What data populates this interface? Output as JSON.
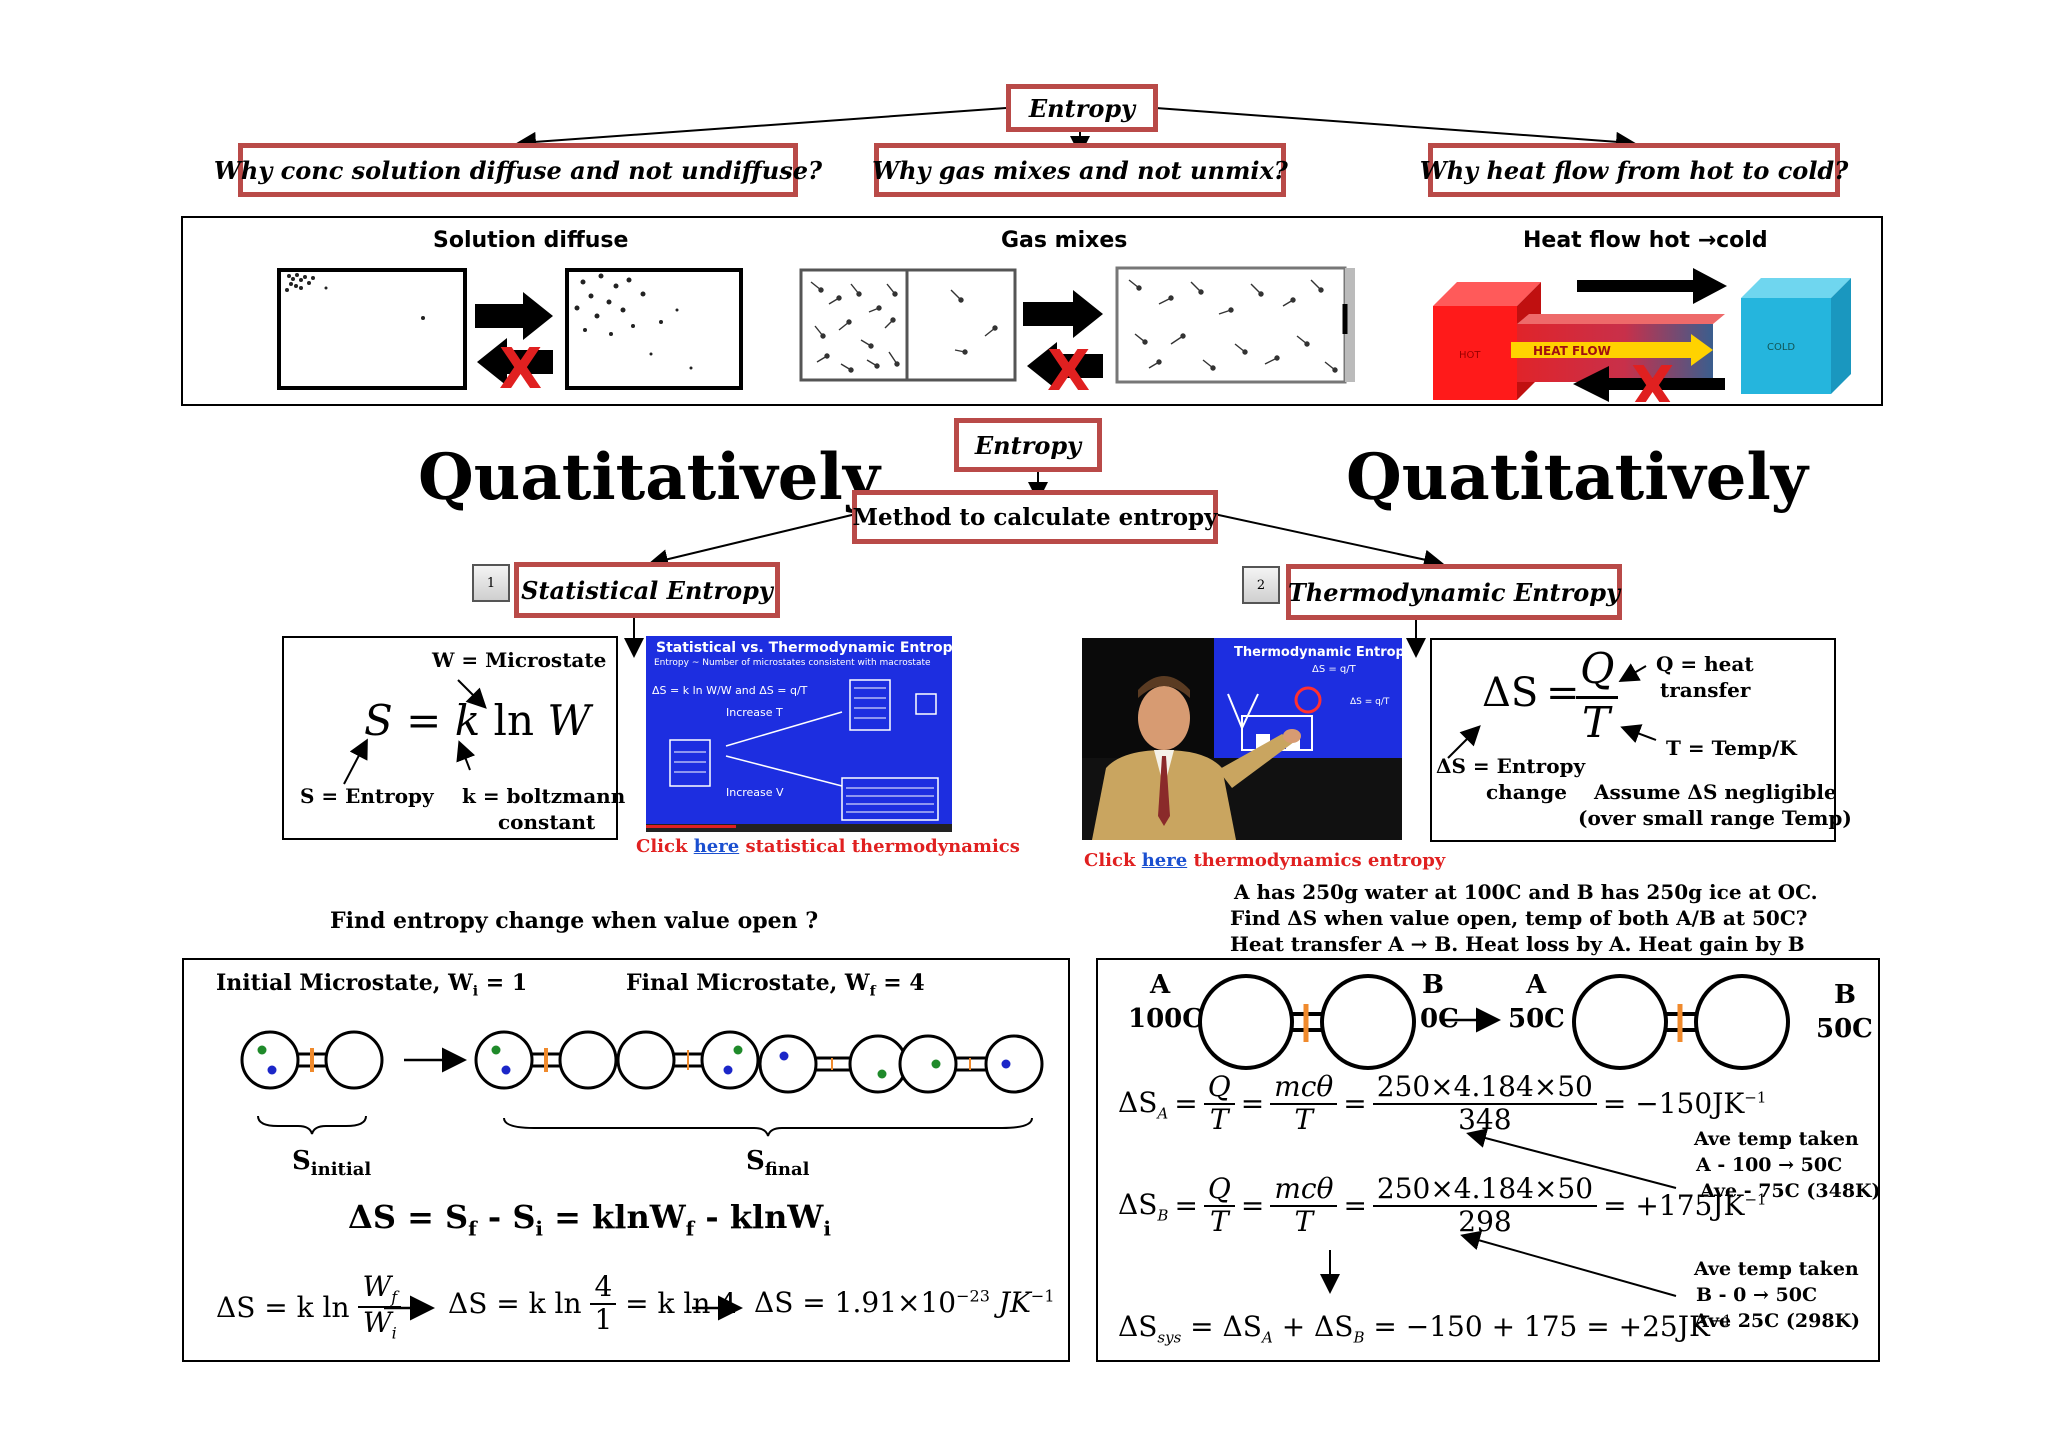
{
  "top": {
    "entropy": "Entropy",
    "q1": "Why conc solution diffuse and not undiffuse?",
    "q2": "Why  gas mixes and not unmix?",
    "q3": "Why  heat flow from hot to cold?"
  },
  "illus": {
    "solution_title": "Solution diffuse",
    "gas_title": "Gas mixes",
    "heat_title": "Heat flow hot →cold",
    "hot_label": "HOT",
    "heat_flow_label": "HEAT FLOW",
    "cold_label": "COLD"
  },
  "middle": {
    "quant_left": "Quatitatively",
    "quant_right": "Quatitatively",
    "entropy": "Entropy",
    "method": "Method to calculate entropy",
    "stat_num": "1",
    "stat_title": "Statistical Entropy",
    "thermo_num": "2",
    "thermo_title": "Thermodynamic Entropy"
  },
  "boltzmann": {
    "w_label": "W = Microstate",
    "formula_s": "S",
    "formula_eq": "=",
    "formula_k": "k",
    "formula_ln": "ln",
    "formula_w": "W",
    "s_label": "S = Entropy",
    "k_label": "k = boltzmann",
    "k_label2": "constant"
  },
  "stat_video": {
    "title": "Statistical vs. Thermodynamic Entropy",
    "subtitle": "Entropy ~ Number of microstates consistent with macrostate",
    "increase_t": "Increase T",
    "increase_v": "Increase V",
    "click_pre": "Click ",
    "click_here": "here",
    "click_post": "  statistical thermodynamics"
  },
  "thermo_video": {
    "title": "Thermodynamic Entropy",
    "click_pre": "Click ",
    "click_here": "here",
    "click_post": " thermodynamics entropy"
  },
  "clausius": {
    "ds": "ΔS",
    "eq": "=",
    "q": "Q",
    "t": "T",
    "q_label": "Q = heat",
    "q_label2": "transfer",
    "t_label": "T = Temp/K",
    "ds_label": "ΔS = Entropy",
    "ds_label2": "change",
    "assume1": "Assume ΔS negligible",
    "assume2": "(over small range Temp)"
  },
  "left_problem": {
    "question": "Find entropy change when value open ?",
    "initial_label": "Initial Microstate, W",
    "initial_sub": "i",
    "initial_val": " = 1",
    "final_label": "Final Microstate, W",
    "final_sub": "f",
    "final_val": " = 4",
    "s_initial": "S",
    "s_initial_sub": "initial",
    "s_final": "S",
    "s_final_sub": "final",
    "ds_eq": "ΔS = S",
    "ds_eq_f": "f",
    "ds_eq_mid": " - S",
    "ds_eq_i": "i",
    "ds_eq_rest": " = klnW",
    "ds_eq_f2": "f",
    "ds_eq_rest2": " - klnW",
    "ds_eq_i2": "i",
    "calc_a": "ΔS = k ln",
    "calc_wf": "W",
    "calc_wf_sub": "f",
    "calc_wi": "W",
    "calc_wi_sub": "i",
    "calc_b": "ΔS = k ln",
    "calc_num": "4",
    "calc_den": "1",
    "calc_c": "= k ln 4",
    "calc_d": "ΔS = 1.91×10",
    "calc_d_exp": "−23",
    "calc_d_unit": " JK",
    "calc_d_unit_exp": "−1"
  },
  "right_problem": {
    "line1": "A has 250g water at 100C and B has 250g ice at OC.",
    "line2": "Find ΔS when value open, temp of both A/B at 50C?",
    "line3": "Heat transfer A → B. Heat loss by A. Heat gain by B",
    "a1": "A",
    "a1_temp": "100C",
    "b1": "B",
    "b1_temp": "0C",
    "a2": "A",
    "a2_temp": "50C",
    "b2": "B",
    "b2_temp": "50C",
    "dsa": "ΔS",
    "dsa_sub": "A",
    "dsb": "ΔS",
    "dsb_sub": "B",
    "q": "Q",
    "t": "T",
    "mct": "mcθ",
    "num": "250×4.184×50",
    "den_a": "348",
    "den_b": "298",
    "res_a": "= −150JK",
    "res_b": "= +175JK",
    "exp": "−1",
    "sys": "ΔS",
    "sys_sub": "sys",
    "sys_rest": " = ΔS",
    "sys_a": "A",
    "sys_plus": " + ΔS",
    "sys_b": "B",
    "sys_res": " = −150 + 175 = +25JK",
    "note_a1": "Ave temp taken",
    "note_a2": "A - 100 → 50C",
    "note_a3": "Ave - 75C (348K)",
    "note_b1": "Ave temp taken",
    "note_b2": "B - 0 → 50C",
    "note_b3": "Ave 25C (298K)"
  },
  "colors": {
    "box_border": "#b94a48",
    "link_red": "#e02020",
    "link_blue": "#1a4fd0",
    "valve": "#f08a2c",
    "particle_green": "#1f8a2a",
    "particle_blue": "#1b26c8"
  }
}
